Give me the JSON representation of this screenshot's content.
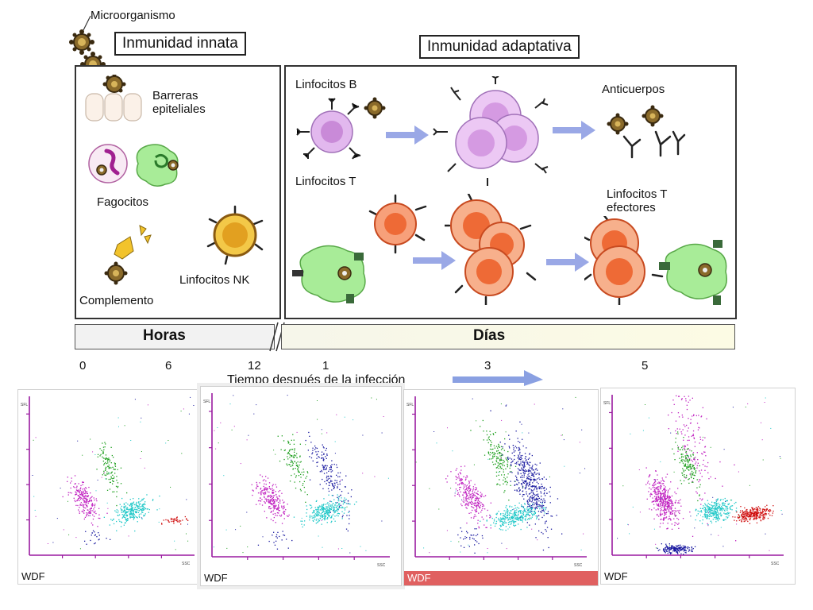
{
  "diagram": {
    "microorganism_label": "Microorganismo",
    "innate_title": "Inmunidad innata",
    "adaptive_title": "Inmunidad adaptativa",
    "innate_labels": {
      "barriers": "Barreras\nepiteliales",
      "phagocytes": "Fagocitos",
      "complement": "Complemento",
      "nk": "Linfocitos NK"
    },
    "adaptive_labels": {
      "b_cells": "Linfocitos B",
      "antibodies": "Anticuerpos",
      "t_cells": "Linfocitos T",
      "effector_t": "Linfocitos T\nefectores"
    },
    "timeline": {
      "hours_label": "Horas",
      "days_label": "Días",
      "ticks": [
        "0",
        "6",
        "12",
        "1",
        "3",
        "5"
      ],
      "axis_caption": "Tiempo después de la infección"
    }
  },
  "scatter_panels": [
    {
      "footer": "WDF",
      "footer_highlight": false,
      "x_axis": "SSC",
      "y_axis": "SFL"
    },
    {
      "footer": "WDF",
      "footer_highlight": false,
      "x_axis": "SSC",
      "y_axis": "SFL"
    },
    {
      "footer": "WDF",
      "footer_highlight": true,
      "x_axis": "SSC",
      "y_axis": "SFL"
    },
    {
      "footer": "WDF",
      "footer_highlight": false,
      "x_axis": "SSC",
      "y_axis": "SFL"
    }
  ],
  "colors": {
    "microbe": "#8a6a2a",
    "b_cell": "#d9a8e8",
    "t_cell": "#f07a3a",
    "phagocyte": "#9be08a",
    "arrow": "#8899dd",
    "nk": "#e0a020",
    "cluster_magenta": "#c020c0",
    "cluster_green": "#20a020",
    "cluster_cyan": "#20c8c8",
    "cluster_blue": "#1a1aa0",
    "cluster_red": "#d01010",
    "axis_purple": "#9a1aa0",
    "highlight_footer": "#e06060"
  }
}
